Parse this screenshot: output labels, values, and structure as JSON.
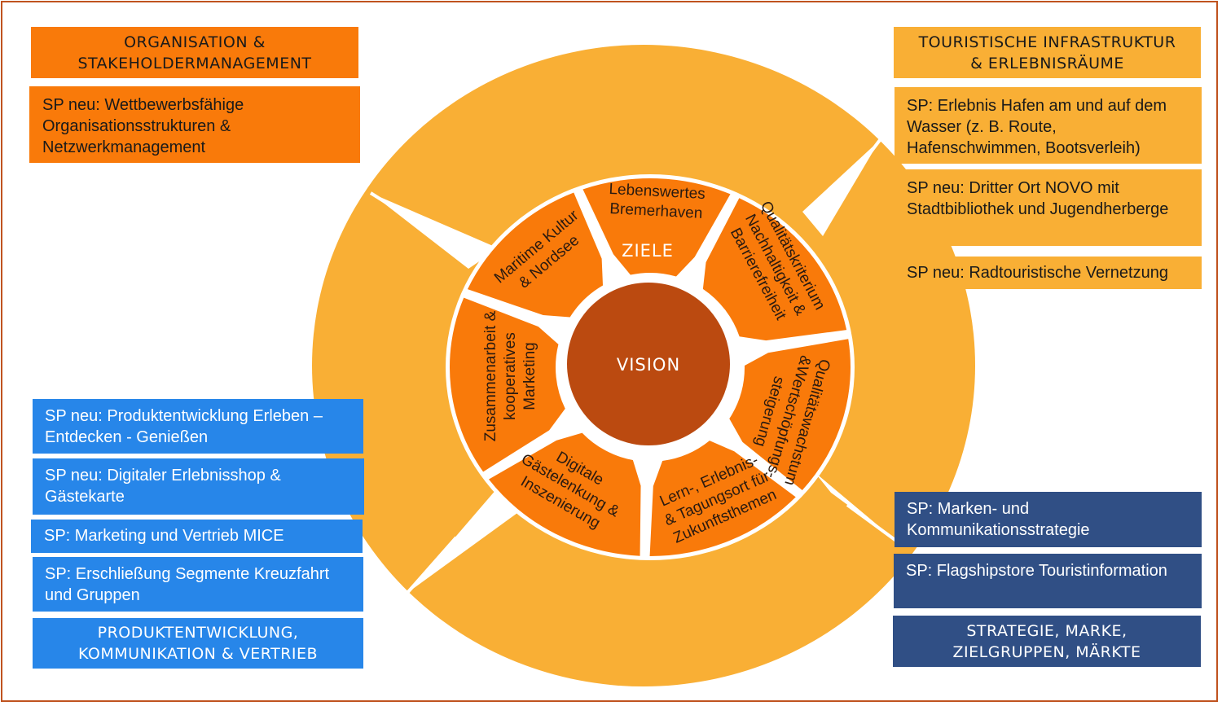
{
  "colors": {
    "frame": "#c0531f",
    "outer_ring": "#f9af35",
    "wheel_segment": "#f97a0a",
    "vision_circle": "#bb4a10",
    "separator": "#ffffff",
    "organisation": "#f97a0a",
    "infrastruktur": "#f9af35",
    "produktentwicklung": "#2786e9",
    "strategie": "#304f85"
  },
  "center": {
    "vision_label": "VISION",
    "ziele_label": "ZIELE"
  },
  "ziele": [
    {
      "lines": [
        "Lebenswertes",
        "Bremerhaven"
      ]
    },
    {
      "lines": [
        "Qualitätskriterium",
        "Nachhaltigkeit &",
        "Barrierefreiheit"
      ]
    },
    {
      "lines": [
        "Qualitätswachstum",
        "&Wertschöpfungs-",
        "steigerung"
      ]
    },
    {
      "lines": [
        "Lern-, Erlebnis-",
        "& Tagungsort für",
        "Zukunftsthemen"
      ]
    },
    {
      "lines": [
        "Digitale",
        "Gästelenkung &",
        "Inszenierung"
      ]
    },
    {
      "lines": [
        "Zusammenarbeit &",
        "kooperatives",
        "Marketing"
      ]
    },
    {
      "lines": [
        "Maritime Kultur",
        "& Nordsee"
      ]
    }
  ],
  "quadrants": {
    "organisation": {
      "heading_lines": [
        "ORGANISATION &",
        "STAKEHOLDERMANAGEMENT"
      ],
      "items": [
        "SP neu: Wettbewerbsfähige Organisationsstrukturen & Netzwerkmanagement"
      ]
    },
    "infrastruktur": {
      "heading_lines": [
        "TOURISTISCHE INFRASTRUKTUR",
        "& ERLEBNISRÄUME"
      ],
      "items": [
        "SP: Erlebnis Hafen am und auf dem Wasser (z. B. Route, Hafenschwimmen, Bootsverleih)",
        "SP neu: Dritter Ort NOVO mit Stadtbibliothek und Jugendherberge",
        "SP neu: Radtouristische Vernetzung"
      ]
    },
    "produktentwicklung": {
      "heading_lines": [
        "PRODUKTENTWICKLUNG,",
        "KOMMUNIKATION & VERTRIEB"
      ],
      "items": [
        "SP neu: Produktentwicklung Erleben – Entdecken - Genießen",
        "SP neu: Digitaler Erlebnisshop & Gästekarte",
        "SP: Marketing und Vertrieb MICE",
        "SP: Erschließung Segmente Kreuzfahrt und Gruppen"
      ]
    },
    "strategie": {
      "heading_lines": [
        "STRATEGIE, MARKE,",
        "ZIELGRUPPEN, MÄRKTE"
      ],
      "items": [
        "SP: Marken- und Kommunikationsstrategie",
        "SP: Flagshipstore Touristinformation"
      ]
    }
  }
}
